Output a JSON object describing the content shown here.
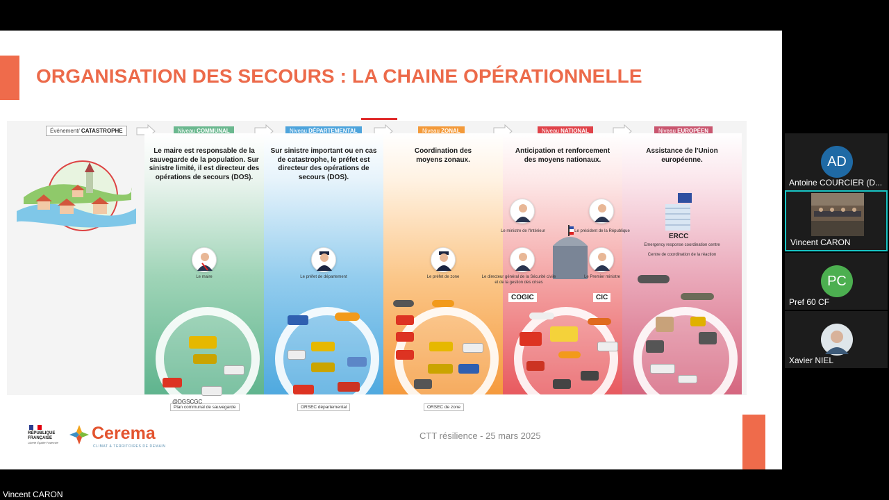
{
  "slide": {
    "title": "ORGANISATION DES SECOURS : LA CHAINE OPÉRATIONNELLE",
    "credit": "@DGSCGC",
    "footer_text": "CTT résilience - 25 mars 2025",
    "event_label": {
      "prefix": "Événement/",
      "bold": " CATASTROPHE"
    },
    "levels": [
      {
        "prefix": "Niveau ",
        "name": "COMMUNAL"
      },
      {
        "prefix": "Niveau ",
        "name": "DÉPARTEMENTAL"
      },
      {
        "prefix": "Niveau ",
        "name": "ZONAL"
      },
      {
        "prefix": "Niveau ",
        "name": "NATIONAL"
      },
      {
        "prefix": "Niveau ",
        "name": "EUROPÉEN"
      }
    ],
    "descriptions": [
      "Le maire est responsable de la sauvegarde de la population. Sur sinistre limité, il est directeur des opérations de secours (DOS).",
      "Sur sinistre important ou en cas de catastrophe, le préfet est directeur des opérations de secours (DOS).",
      "Coordination des moyens zonaux.",
      "Anticipation et renforcement des moyens nationaux.",
      "Assistance de l'Union européenne."
    ],
    "person_labels": {
      "maire": "Le maire",
      "prefet_departement": "Le préfet de département",
      "prefet_zone": "Le préfet de zone",
      "ministre_interieur": "Le ministre de l'Intérieur",
      "president": "Le président de la République",
      "directeur_general": "Le directeur général de la Sécurité civile et de la gestion des crises",
      "premier_ministre": "Le Premier ministre"
    },
    "org_tags": {
      "cogic": "COGIC",
      "cic": "CIC",
      "ercc": "ERCC"
    },
    "ercc_lines": [
      "Emergency response coordination centre",
      "Centre de coordination de la réaction"
    ],
    "plans": [
      "Plan communal de sauvegarde",
      "ORSEC départemental",
      "ORSEC de zone"
    ],
    "logos": {
      "rf_name": "RÉPUBLIQUE FRANÇAISE",
      "rf_motto": "Liberté Égalité Fraternité",
      "cerema_name": "Cerema",
      "cerema_sub": "CLIMAT & TERRITOIRES DE DEMAIN"
    }
  },
  "participants": [
    {
      "initials": "AD",
      "name": "Antoine COURCIER (D...",
      "color": "#1f6aa5"
    },
    {
      "initials": "",
      "name": "Vincent CARON",
      "color": "#5a5a5a"
    },
    {
      "initials": "PC",
      "name": "Pref 60 CF",
      "color": "#4caf50"
    },
    {
      "initials": "",
      "name": "Xavier NIEL",
      "color": "#cfd8dc"
    }
  ],
  "speaker_name": "Vincent CARON",
  "colors": {
    "accent": "#ec6a4a",
    "active_tile_border": "#18c4c4"
  }
}
